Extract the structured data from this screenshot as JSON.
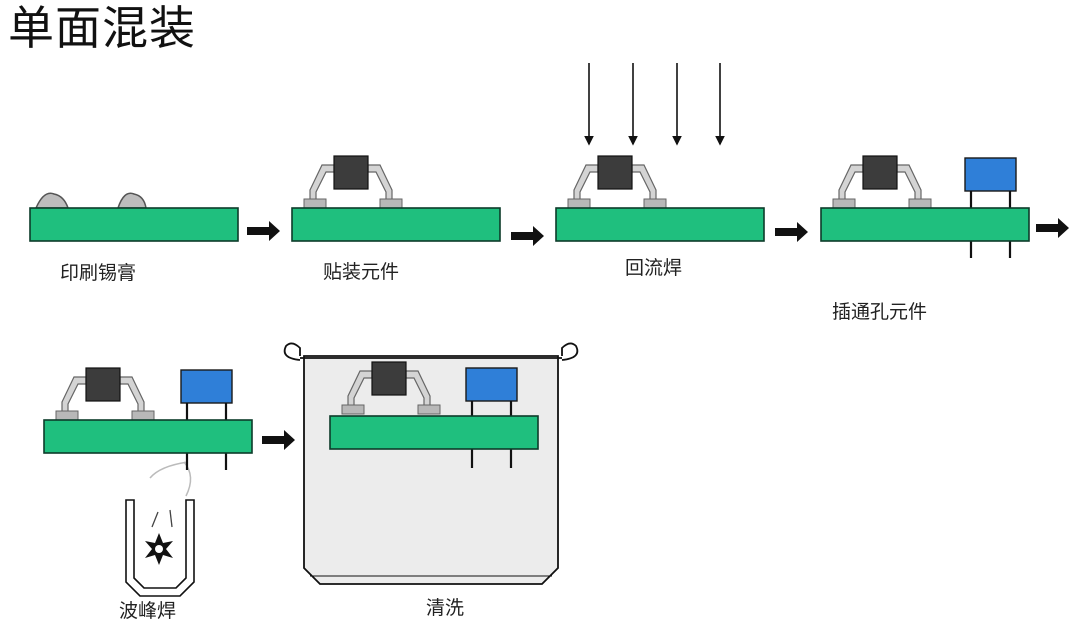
{
  "title": "单面混装",
  "steps": [
    {
      "label": "印刷锡膏"
    },
    {
      "label": "贴装元件"
    },
    {
      "label": "回流焊"
    },
    {
      "label": "插通孔元件"
    },
    {
      "label": "波峰焊"
    },
    {
      "label": "清洗"
    }
  ],
  "colors": {
    "board_fill": "#1fbf7e",
    "board_stroke": "#0d3b2a",
    "chip_fill": "#3c3c3c",
    "pad_fill": "#b8b8b8",
    "lead_fill": "#d4d4d4",
    "capacitor_fill": "#2f7fd8",
    "tank_fill": "#ececec",
    "arrow": "#111111"
  }
}
